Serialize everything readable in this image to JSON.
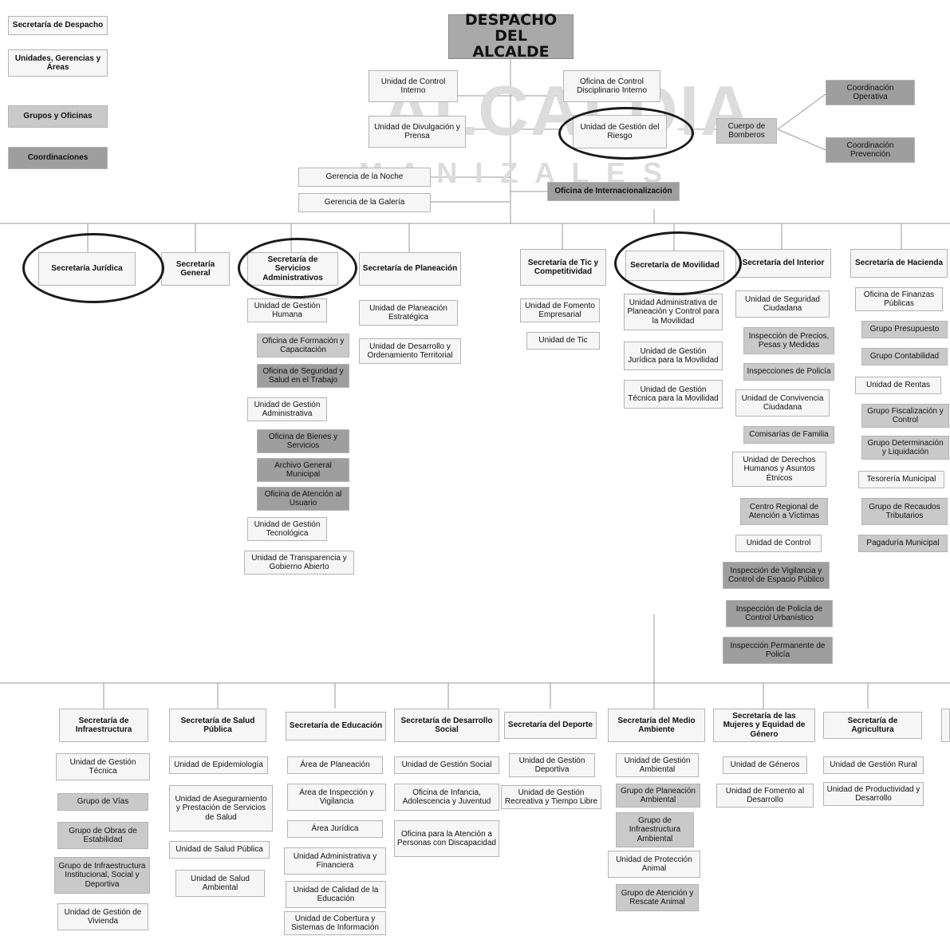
{
  "title": "DESPACHO DEL\nALCALDE",
  "watermark": {
    "line1": "ALCALDIA",
    "line2": "M A N I Z A L E S"
  },
  "legend": [
    "Secretaría de Despacho",
    "Unidades, Gerencias y Áreas",
    "Grupos y Oficinas",
    "Coordinaciones"
  ],
  "office": {
    "control_interno": "Unidad de Control Interno",
    "control_disciplinario": "Oficina de Control Disciplinario Interno",
    "divulgacion": "Unidad de Divulgación y Prensa",
    "gestion_riesgo": "Unidad de Gestión del Riesgo",
    "bomberos": "Cuerpo de Bomberos",
    "coord_operativa": "Coordinación Operativa",
    "coord_prevencion": "Coordinación Prevención",
    "gerencia_noche": "Gerencia de la Noche",
    "gerencia_galeria": "Gerencia de la Galería",
    "internacionalizacion": "Oficina de Internacionalización"
  },
  "secretarias_top": {
    "juridica": "Secretaría Jurídica",
    "general": "Secretaría General",
    "servicios": "Secretaría de Servicios Administrativos",
    "planeacion": "Secretaría de Planeación",
    "tic": "Secretaría de Tic y Competitividad",
    "movilidad": "Secretaría de Movilidad",
    "interior": "Secretaría del Interior",
    "hacienda": "Secretaría de Hacienda"
  },
  "servicios_units": [
    "Unidad de Gestión Humana",
    "Oficina de Formación y Capacitación",
    "Oficina de Seguridad y Salud en el Trabajo",
    "Unidad de Gestión Administrativa",
    "Oficina de Bienes y Servicios",
    "Archivo General Municipal",
    "Oficina de Atención al Usuario",
    "Unidad de Gestión Tecnológica",
    "Unidad de Transparencia y Gobierno Abierto"
  ],
  "planeacion_units": [
    "Unidad de Planeación Estratégica",
    "Unidad de Desarrollo y Ordenamiento Territorial"
  ],
  "tic_units": [
    "Unidad de Fomento Empresarial",
    "Unidad de Tic"
  ],
  "movilidad_units": [
    "Unidad Administrativa de Planeación y Control para la Movilidad",
    "Unidad de Gestión Jurídica para la Movilidad",
    "Unidad de Gestión Técnica para la Movilidad"
  ],
  "interior_units": [
    "Unidad de Seguridad Ciudadana",
    "Inspección de Precios, Pesas y Medidas",
    "Inspecciones de Policía",
    "Unidad de Convivencia Ciudadana",
    "Comisarías de Familia",
    "Unidad de Derechos Humanos y Asuntos Étnicos",
    "Centro Regional de Atención a Víctimas",
    "Unidad de Control",
    "Inspección de Vigilancia y Control de Espacio Público",
    "Inspección de Policía de Control Urbanístico",
    "Inspección Permanente de Policía"
  ],
  "hacienda_units": [
    "Oficina de Finanzas Públicas",
    "Grupo Presupuesto",
    "Grupo Contabilidad",
    "Unidad de Rentas",
    "Grupo Fiscalización y Control",
    "Grupo Determinación y Liquidación",
    "Tesorería Municipal",
    "Grupo de Recaudos Tributarios",
    "Pagaduría Municipal"
  ],
  "secretarias_bottom": {
    "infraestructura": "Secretaría de Infraestructura",
    "salud": "Secretaría de Salud Pública",
    "educacion": "Secretaría de Educación",
    "desarrollo_social": "Secretaría de Desarrollo Social",
    "deporte": "Secretaría del Deporte",
    "medio_ambiente": "Secretaría del Medio Ambiente",
    "mujeres": "Secretaría de las Mujeres y Equidad de Género",
    "agricultura": "Secretaría de Agricultura"
  },
  "infraestructura_units": [
    "Unidad de Gestión Técnica",
    "Grupo de Vías",
    "Grupo de Obras de Estabilidad",
    "Grupo de Infraestructura Institucional, Social y Deportiva",
    "Unidad de Gestión de Vivienda"
  ],
  "salud_units": [
    "Unidad de Epidemiología",
    "Unidad de Aseguramiento y Prestación de Servicios de Salud",
    "Unidad de Salud Pública",
    "Unidad de Salud Ambiental"
  ],
  "educacion_units": [
    "Área de Planeación",
    "Área de Inspección y Vigilancia",
    "Área Jurídica",
    "Unidad Administrativa y Financiera",
    "Unidad de Calidad de la Educación",
    "Unidad de Cobertura y Sistemas de Información"
  ],
  "desarrollo_units": [
    "Unidad de Gestión Social",
    "Oficina de Infancia, Adolescencia y Juventud",
    "Oficina para la Atención a Personas con Discapacidad"
  ],
  "deporte_units": [
    "Unidad de Gestión Deportiva",
    "Unidad de Gestión Recreativa y Tiempo Libre"
  ],
  "ambiente_units": [
    "Unidad de Gestión Ambiental",
    "Grupo de Planeación Ambiental",
    "Grupo de Infraestructura Ambiental",
    "Unidad de Protección Animal",
    "Grupo de Atención y Rescate Animal"
  ],
  "mujeres_units": [
    "Unidad de Géneros",
    "Unidad de Fomento al Desarrollo"
  ],
  "agricultura_units": [
    "Unidad de Gestión Rural",
    "Unidad de Productividad y Desarrollo"
  ]
}
